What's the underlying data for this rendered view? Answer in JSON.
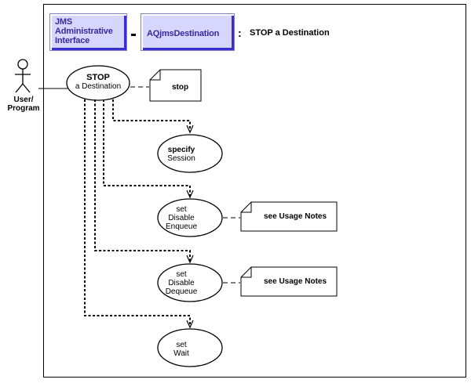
{
  "header": {
    "interface_box": {
      "line1": "JMS",
      "line2": "Administrative",
      "line3": "Interface"
    },
    "separator": "-",
    "class_box": "AQjmsDestination",
    "colon": ":",
    "title": "STOP a Destination"
  },
  "actor": {
    "line1": "User/",
    "line2": "Program"
  },
  "main_usecase": {
    "line1": "STOP",
    "line2": "a Destination"
  },
  "main_note": "stop",
  "steps": [
    {
      "line1": "specify",
      "line2": "Session",
      "line3": ""
    },
    {
      "line1": "set",
      "line2": "Disable",
      "line3": "Enqueue"
    },
    {
      "line1": "set",
      "line2": "Disable",
      "line3": "Dequeue"
    },
    {
      "line1": "set",
      "line2": "Wait",
      "line3": ""
    }
  ],
  "step_notes": [
    "see Usage Notes",
    "see Usage Notes"
  ],
  "colors": {
    "header_fill": "#d6d6ff",
    "header_text": "#3b2a9a",
    "header_shadow": "#3a2fd0",
    "line": "#000000"
  }
}
